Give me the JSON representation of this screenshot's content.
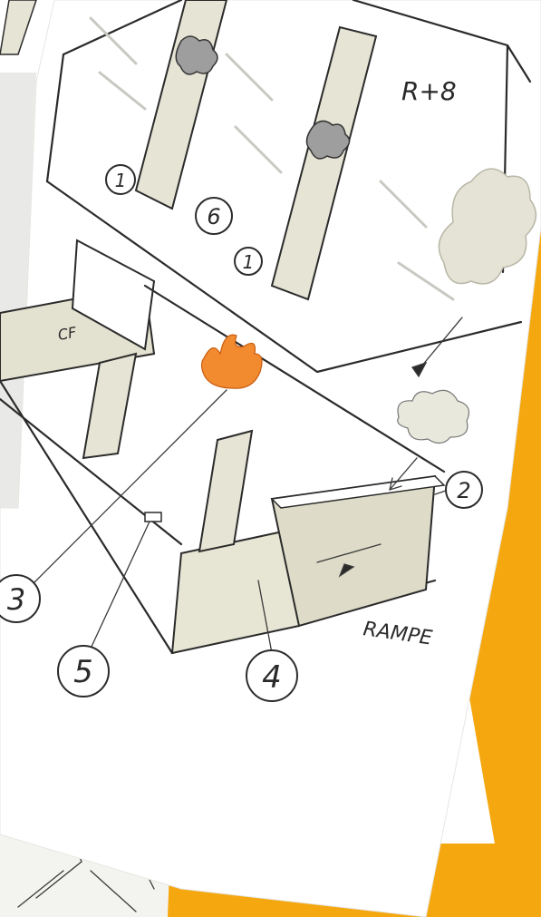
{
  "colors": {
    "orange_background": "#f5a70f",
    "paper": "#ffffff",
    "wall_tint": "#d9d7c2",
    "fire": "#f28a2f",
    "smoke": "#9e9e9e",
    "ink": "#2b2b2b",
    "back_sheet": "#f1f1ee"
  },
  "labels": {
    "floor_level": "R+8",
    "ramp": "RAMPE",
    "fire_door": "CF"
  },
  "markers": [
    {
      "id": "1a",
      "text": "1"
    },
    {
      "id": "6",
      "text": "6"
    },
    {
      "id": "1b",
      "text": "1"
    },
    {
      "id": "2",
      "text": "2"
    },
    {
      "id": "3",
      "text": "3"
    },
    {
      "id": "4",
      "text": "4"
    },
    {
      "id": "5",
      "text": "5"
    }
  ],
  "icons": [
    "smoke-icon",
    "fire-icon",
    "smoke-cloud-icon",
    "tree-icon",
    "arrow-icon"
  ]
}
